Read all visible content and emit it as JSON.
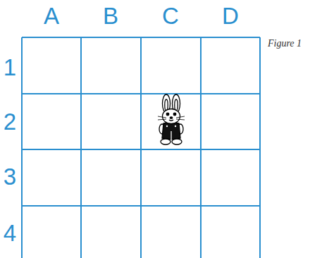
{
  "diagram": {
    "caption": "Figure 1",
    "labels": [
      "A",
      "B",
      "C",
      "D",
      "1",
      "2",
      "3",
      "4"
    ]
  }
}
